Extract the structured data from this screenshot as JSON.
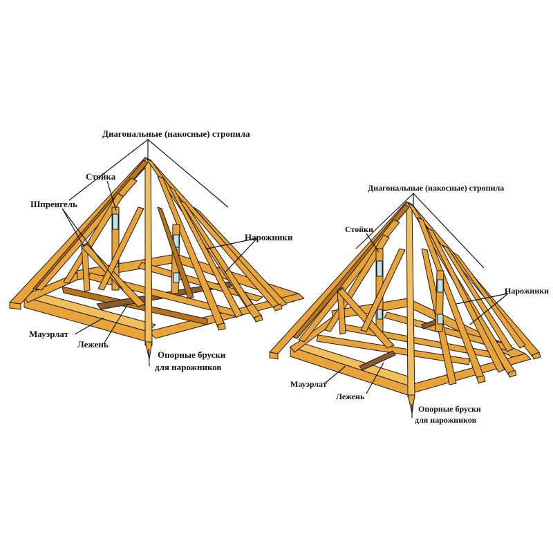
{
  "colors": {
    "wood": "#e8a33a",
    "wood_light": "#f2bf5e",
    "wood_dark": "#b8741c",
    "outline": "#1a1a1a",
    "shadow": "#8a5a2a",
    "metal": "#bfe3ea",
    "leader": "#111111",
    "background": "#ffffff"
  },
  "diagrams": [
    {
      "id": "left",
      "labels": {
        "diagonal_rafters": "Диагональные (накосные) стропила",
        "post": "Стойка",
        "truss": "Шпренгель",
        "jack_rafters": "Нарожники",
        "mauerlat": "Мауэрлат",
        "sill": "Лежень",
        "support_bars_line1": "Опорные бруски",
        "support_bars_line2": "для нарожников"
      }
    },
    {
      "id": "right",
      "labels": {
        "diagonal_rafters": "Диагональные (накосные) стропила",
        "posts": "Стойки",
        "jack_rafters": "Нарожники",
        "mauerlat": "Мауэрлат",
        "sill": "Лежень",
        "support_bars_line1": "Опорные бруски",
        "support_bars_line2": "для нарожников"
      }
    }
  ]
}
